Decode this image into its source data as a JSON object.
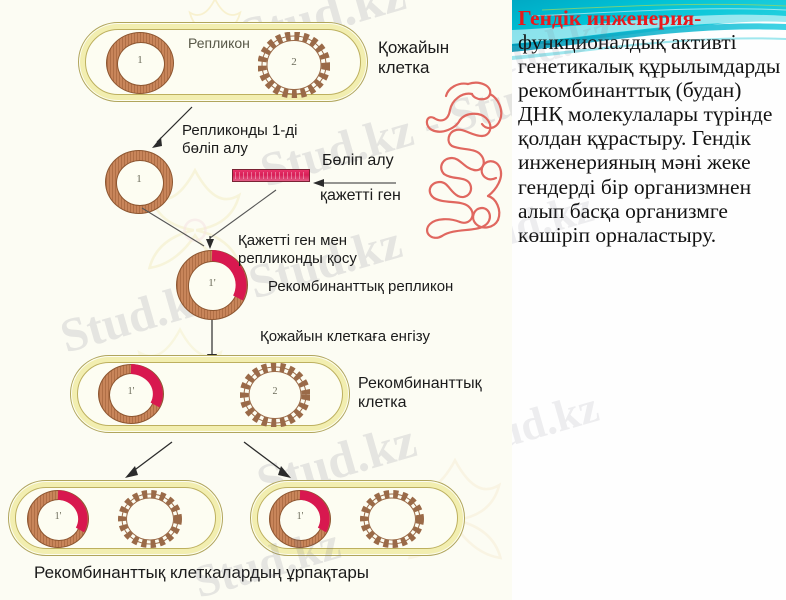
{
  "slide": {
    "background_color": "#ffffff",
    "diagram_bg": "#fcfcf3",
    "accent_red": "#e8191c",
    "banner_teal": "#00b7c8"
  },
  "watermark": {
    "text_1": "Stud.kz",
    "text_2": "Stud.kz - Stud.kz",
    "text_3": "Stud.kz - Stud.kz",
    "text_4": "Stud.kz",
    "text_5": "Stud.kz",
    "text_6": "Stud.kz"
  },
  "diagram": {
    "labels": {
      "replicon": "Репликон",
      "host_cell": "Қожайын\nклетка",
      "isolate_replicon": "Репликонды 1-ді\nбөліп алу",
      "isolate_gene": "Бөліп алу",
      "needed_gene": "қажетті ген",
      "join_gene_replicon": "Қажетті ген мен\nрепликонды қосу",
      "recombinant_replicon": "Рекомбинанттық репликон",
      "insert_into_host": "Қожайын клеткаға енгізу",
      "recombinant_cell": "Рекомбинанттық\nклетка",
      "progeny": "Рекомбинанттық клеткалардың ұрпақтары"
    },
    "ring_numbers": {
      "host_ring_1": "1",
      "host_ring_2": "2",
      "isolated_ring": "1",
      "recombinant_ring": "1'",
      "recomb_cell_ring_1": "1'",
      "recomb_cell_ring_2": "2",
      "progeny_left_ring": "1'",
      "progeny_right_ring": "1'"
    },
    "colors": {
      "cell_wall": "#f2eeb0",
      "cell_interior": "#fdfdf2",
      "plasmid": "#c8855a",
      "gene_red": "#d81e57"
    }
  },
  "text_panel": {
    "title": "Гендік инженерия-",
    "body": "функционалдық активті генетикалық құрылымдарды рекомбинанттық (будан) ДНҚ молекулалары түрінде қолдан құрастыру. Гендік инженерияның мәні жеке гендерді бір организмнен алып басқа организмге көшіріп орналастыру."
  }
}
